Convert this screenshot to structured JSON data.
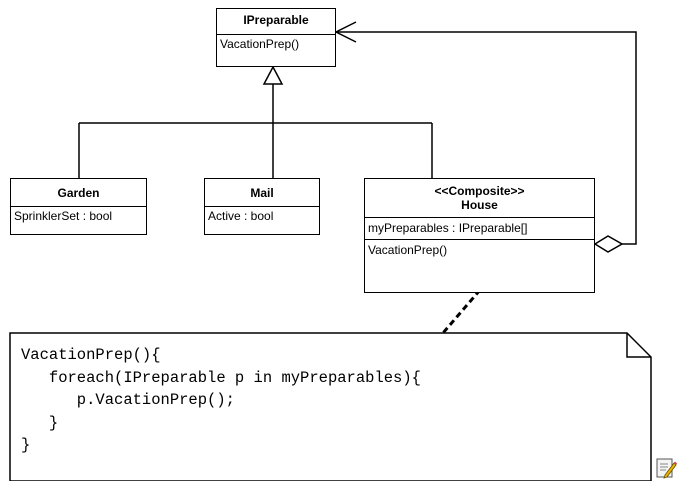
{
  "classes": {
    "ipreparable": {
      "name": "IPreparable",
      "operation": "VacationPrep()"
    },
    "garden": {
      "name": "Garden",
      "attribute": "SprinklerSet : bool"
    },
    "mail": {
      "name": "Mail",
      "attribute": "Active : bool"
    },
    "house": {
      "stereotype": "<<Composite>>",
      "name": "House",
      "attribute": "myPreparables : IPreparable[]",
      "operation": "VacationPrep()"
    }
  },
  "note": {
    "lines": [
      "VacationPrep(){",
      "   foreach(IPreparable p in myPreparables){",
      "      p.VacationPrep();",
      "   }",
      "}"
    ]
  },
  "icons": {
    "corner": "note-edit-icon"
  },
  "colors": {
    "line": "#000000",
    "background": "#ffffff"
  }
}
